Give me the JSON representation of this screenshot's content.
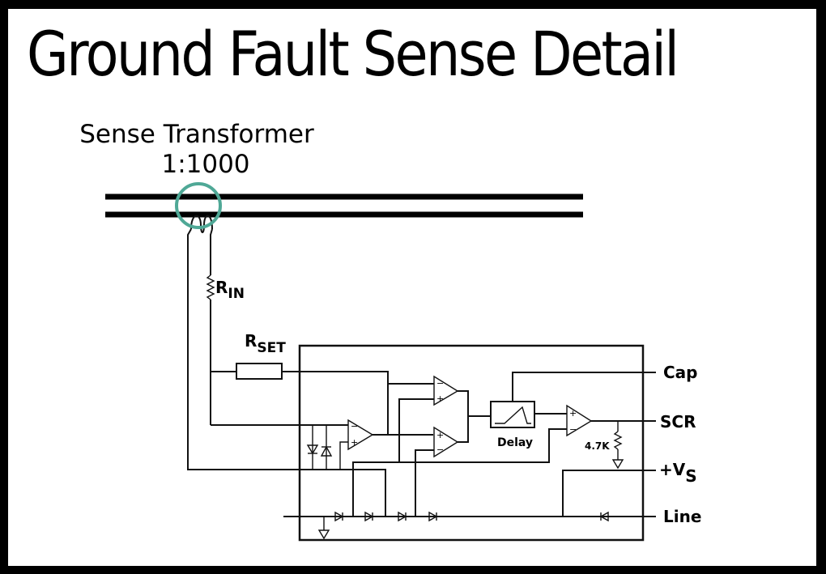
{
  "title": "Ground Fault Sense Detail",
  "transformer": {
    "label": "Sense Transformer",
    "ratio": "1:1000",
    "ring_color": "#4fa896"
  },
  "components": {
    "r_in": {
      "main": "R",
      "sub": "IN"
    },
    "r_set": {
      "main": "R",
      "sub": "SET"
    },
    "delay_label": "Delay",
    "pulldown_value": "4.7K"
  },
  "pins": {
    "cap": "Cap",
    "scr": "SCR",
    "vs_main": "+V",
    "vs_sub": "S",
    "line": "Line"
  },
  "colors": {
    "background": "#ffffff",
    "border": "#000000",
    "wire": "#111111"
  }
}
